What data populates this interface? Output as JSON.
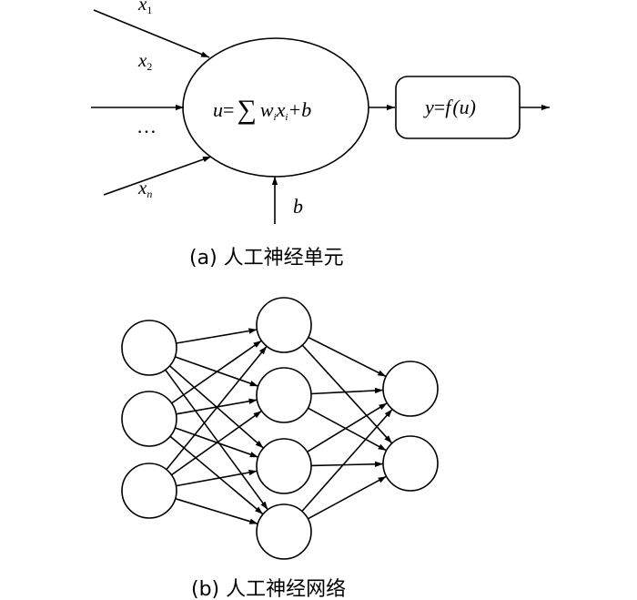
{
  "neuron": {
    "input_labels": {
      "x1": {
        "base": "x",
        "sub": "1"
      },
      "x2": {
        "base": "x",
        "sub": "2"
      },
      "dots": "…",
      "xn": {
        "base": "x",
        "sub": "n"
      }
    },
    "sum_formula": {
      "u": "u",
      "eq": "=",
      "sigma": "∑",
      "w": "w",
      "wsub": "i",
      "x": "x",
      "xsub": "i",
      "plus_b": "+b"
    },
    "bias_label": "b",
    "output_formula": {
      "y": "y",
      "eq": "=",
      "f": "f",
      "arg": "(u)"
    },
    "caption": "(a) 人工神经单元"
  },
  "network": {
    "layers": [
      3,
      4,
      2
    ],
    "caption": "(b) 人工神经网络"
  }
}
